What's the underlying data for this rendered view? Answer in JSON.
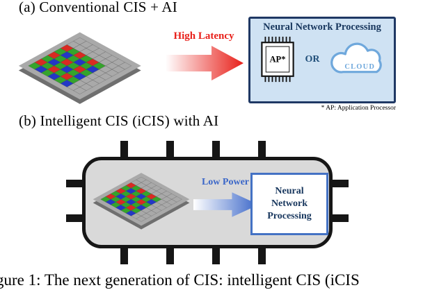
{
  "colors": {
    "bayer_green": "#35a42c",
    "bayer_red": "#d92b22",
    "bayer_blue": "#2337c6",
    "sensor_gray": "#a9a9a9",
    "sensor_side": "#6f6f6f",
    "arrow_red": "#e8201a",
    "arrow_blue": "#3a66c8",
    "box_a_fill": "#cfe2f3",
    "box_border_navy": "#1f3864",
    "nnp_text": "#17365d",
    "or_blue": "#1f4e79",
    "cloud_blue": "#6fa8dc",
    "chip_fill": "#d9d9d9",
    "chip_border": "#161616",
    "box_b_border": "#4472c4"
  },
  "panel_a": {
    "title": "(a) Conventional CIS + AI",
    "arrow_label": "High Latency",
    "box_title": "Neural Network Processing",
    "chip_label": "AP*",
    "or_label": "OR",
    "cloud_label": "CLOUD",
    "footnote": "* AP: Application Processor"
  },
  "panel_b": {
    "title": "(b) Intelligent CIS (iCIS) with AI",
    "arrow_label": "Low Power",
    "box_lines": [
      "Neural",
      "Network",
      "Processing"
    ]
  },
  "caption": "gure 1: The next generation of CIS: intelligent CIS (iCIS",
  "sensor": {
    "pattern": [
      "GRGRGRAA",
      "BGBGBGAA",
      "GRGRGRAA",
      "BGBGBGAA",
      "GRGRGRAA",
      "BGBGBGAA",
      "AAAAAAAA",
      "AAAAAAAA"
    ]
  }
}
